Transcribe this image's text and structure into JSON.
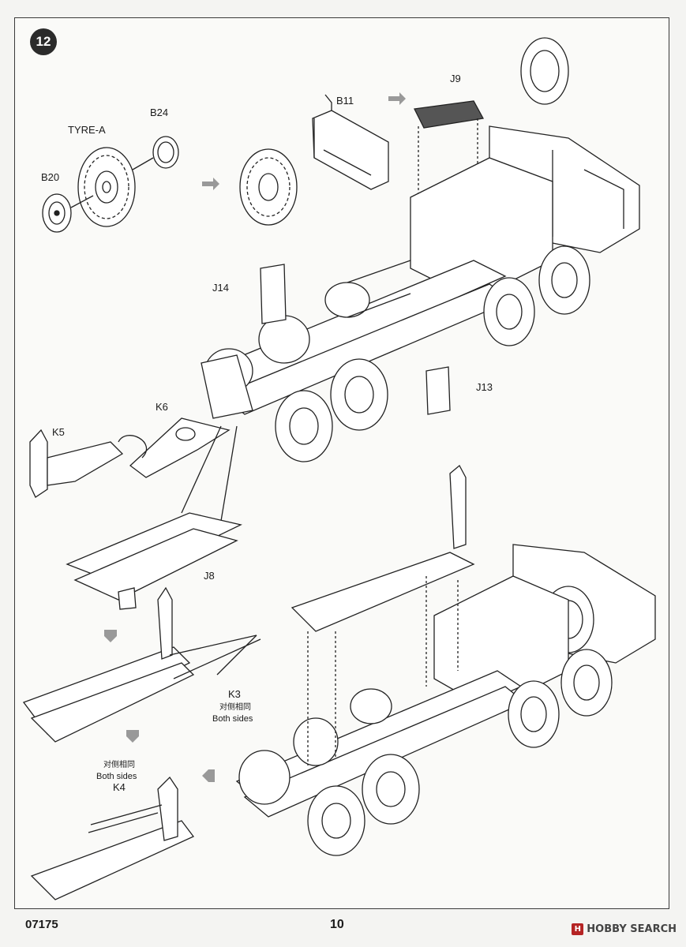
{
  "step": {
    "number": "12"
  },
  "labels": {
    "tyre_a": "TYRE-A",
    "b24": "B24",
    "b20": "B20",
    "b11": "B11",
    "j9": "J9",
    "j14": "J14",
    "j13": "J13",
    "k6": "K6",
    "k5": "K5",
    "j8": "J8",
    "k3": "K3",
    "k3_cn": "对侧相同",
    "k3_en": "Both sides",
    "k4_cn": "对侧相同",
    "k4_en": "Both sides",
    "k4": "K4"
  },
  "footer": {
    "code": "07175",
    "page": "10"
  },
  "watermark": {
    "badge": "H",
    "text": "HOBBY SEARCH"
  }
}
